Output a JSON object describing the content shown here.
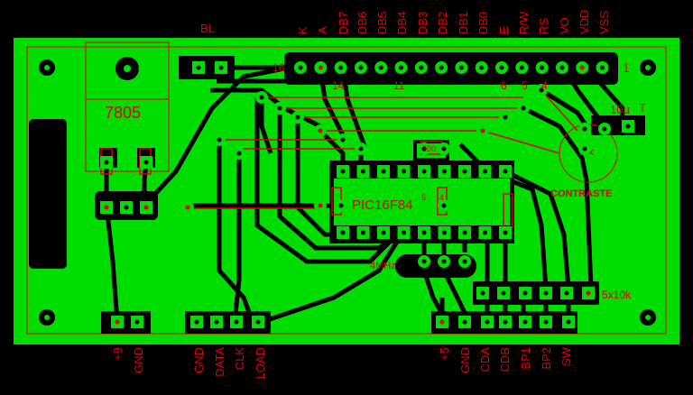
{
  "colors": {
    "background": "#000000",
    "board": "#00dd00",
    "copper": "#000000",
    "silkscreen": "#e00000",
    "pad": "#00dd00"
  },
  "top_labels": [
    "BL",
    "K",
    "A",
    "DB7",
    "DB6",
    "DB5",
    "DB4",
    "DB3",
    "DB2",
    "DB1",
    "DB0",
    "E",
    "R/W",
    "RS",
    "VO",
    "VDD",
    "VSS"
  ],
  "bottom_labels": [
    "+9",
    "GND",
    "GND",
    "DATA",
    "CLK",
    "LOAD",
    "+5",
    "GND",
    "CDA",
    "CDB",
    "BP1",
    "BP2",
    "SW"
  ],
  "component_labels": {
    "regulator": "7805",
    "mcu": "PIC16F84",
    "crystal": "4MHz",
    "resistor_array": "5x10k",
    "contrast": "CONTRASTE",
    "capacitor": "10µ",
    "cap_polarity": "T",
    "pot": "10k",
    "resistor_small": "100",
    "res_5": "5",
    "res_4": "4"
  },
  "pin_numbers": {
    "p16": "16",
    "p14": "14",
    "p11": "11",
    "p6": "6",
    "p5": "5",
    "p4": "4",
    "p1": "1"
  }
}
